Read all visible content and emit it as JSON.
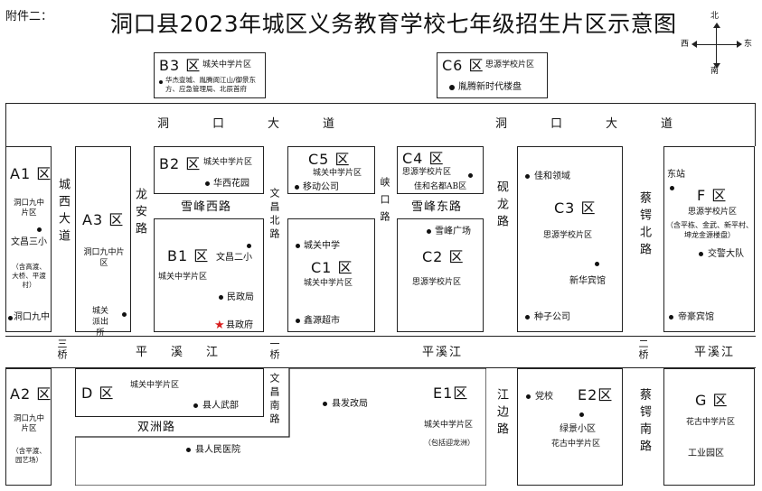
{
  "header": {
    "attachment": "附件二：",
    "title": "洞口县2023年城区义务教育学校七年级招生片区示意图"
  },
  "compass": {
    "north": "北",
    "south": "南",
    "west": "西",
    "east": "东"
  },
  "roads": {
    "dongkou_w": "洞口大道",
    "dongkou_e": "洞口大道",
    "xuefeng_w": "雪峰西路",
    "xuefeng_e": "雪峰东路",
    "pingxi_w": "平溪江",
    "pingxi_m": "平溪江",
    "pingxi_e": "平溪江",
    "shuangzhou": "双洲路",
    "chengxi": "城西大道",
    "longan": "龙安路",
    "wenchang_n": "文昌北路",
    "wenchang_s": "文昌南路",
    "xiakou": "峡口路",
    "yanlong": "砚龙路",
    "caie_n": "蔡锷北路",
    "caie_s": "蔡锷南路",
    "jiangbian": "江边路",
    "sanqiao": "三桥",
    "yiqiao": "一桥",
    "erqiao": "二桥"
  },
  "zones": {
    "B3": {
      "code": "B3 区",
      "zone": "城关中学片区",
      "desc": "华杰壹城、胤腾阆江山/御景东方、应急管理局、北辰首府"
    },
    "C6": {
      "code": "C6 区",
      "zone": "思源学校片区",
      "poi1": "胤腾新时代楼盘"
    },
    "A1": {
      "code": "A1 区",
      "zone": "洞口九中片区",
      "poi1": "文昌三小",
      "desc": "（含高渡、大桥、平渡村）",
      "poi2": "洞口九中"
    },
    "A3": {
      "code": "A3 区",
      "zone": "洞口九中片区",
      "poi1": "城关派出所"
    },
    "B2": {
      "code": "B2 区",
      "zone": "城关中学片区",
      "poi1": "华西花园"
    },
    "B1": {
      "code": "B1 区",
      "zone": "城关中学片区",
      "poi1": "文昌二小",
      "poi2": "民政局",
      "poi3": "县政府"
    },
    "C5": {
      "code": "C5 区",
      "zone": "城关中学片区",
      "poi1": "移动公司"
    },
    "C4": {
      "code": "C4 区",
      "zone": "思源学校片区",
      "poi1": "佳和名都AB区"
    },
    "C1": {
      "code": "C1 区",
      "zone": "城关中学片区",
      "poi1": "城关中学",
      "poi2": "鑫源超市"
    },
    "C2": {
      "code": "C2 区",
      "zone": "思源学校片区",
      "poi1": "雪峰广场"
    },
    "C3": {
      "code": "C3 区",
      "zone": "思源学校片区",
      "poi1": "佳和领域",
      "poi2": "新华宾馆",
      "poi3": "种子公司"
    },
    "F": {
      "code": "F 区",
      "zone": "思源学校片区",
      "poi1": "东站",
      "desc": "（含平栋、金武、新平村、坤龙金源楼盘）",
      "poi2": "交警大队",
      "poi3": "帝豪宾馆"
    },
    "A2": {
      "code": "A2 区",
      "zone": "洞口九中片区",
      "desc": "（含平渡、园艺场）"
    },
    "D": {
      "code": "D 区",
      "zone": "城关中学片区",
      "poi1": "县人武部"
    },
    "E1": {
      "code": "E1区",
      "zone": "城关中学片区",
      "poi1": "县发改局",
      "poi2": "县人民医院",
      "desc": "（包括迎龙洲）"
    },
    "E2": {
      "code": "E2区",
      "zone": "花古中学片区",
      "poi1": "党校",
      "poi2": "绿景小区"
    },
    "G": {
      "code": "G 区",
      "zone": "花古中学片区",
      "poi1": "工业园区"
    }
  },
  "colors": {
    "line": "#222222",
    "star": "#d81e1e"
  }
}
